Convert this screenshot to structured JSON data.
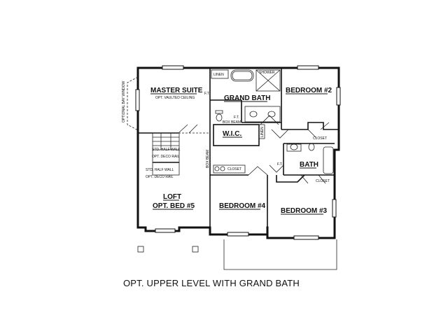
{
  "caption": "OPT. UPPER LEVEL WITH GRAND BATH",
  "rooms": {
    "master_suite": "MASTER SUITE",
    "master_note": "OPT. VAULTED CEILING",
    "grand_bath": "GRAND BATH",
    "bedroom2": "BEDROOM #2",
    "wic": "W.I.C.",
    "bath": "BATH",
    "loft": "LOFT",
    "opt_bed5": "OPT. BED #5",
    "bedroom4": "BEDROOM #4",
    "bedroom3": "BEDROOM #3"
  },
  "labels": {
    "bay_window": "OPTIONAL BAY WINDOW",
    "linen": "LINEN",
    "linen2": "LINEN",
    "shower": "SHOWER",
    "ft1": "F.T.",
    "ft2": "F.T.",
    "ft3": "F.T.",
    "box_beam": "BOX BEAM",
    "box_beam2": "BOX BEAM",
    "closet1": "CLOSET",
    "closet2": "CLOSET",
    "closet3": "CLOSET",
    "std_half_wall1": "STD. HALF WALL",
    "opt_deco_rail1": "OPT. DECO RAIL",
    "std_half_wall2": "STD. HALF WALL",
    "opt_deco_rail2": "OPT. DECO RAIL"
  }
}
